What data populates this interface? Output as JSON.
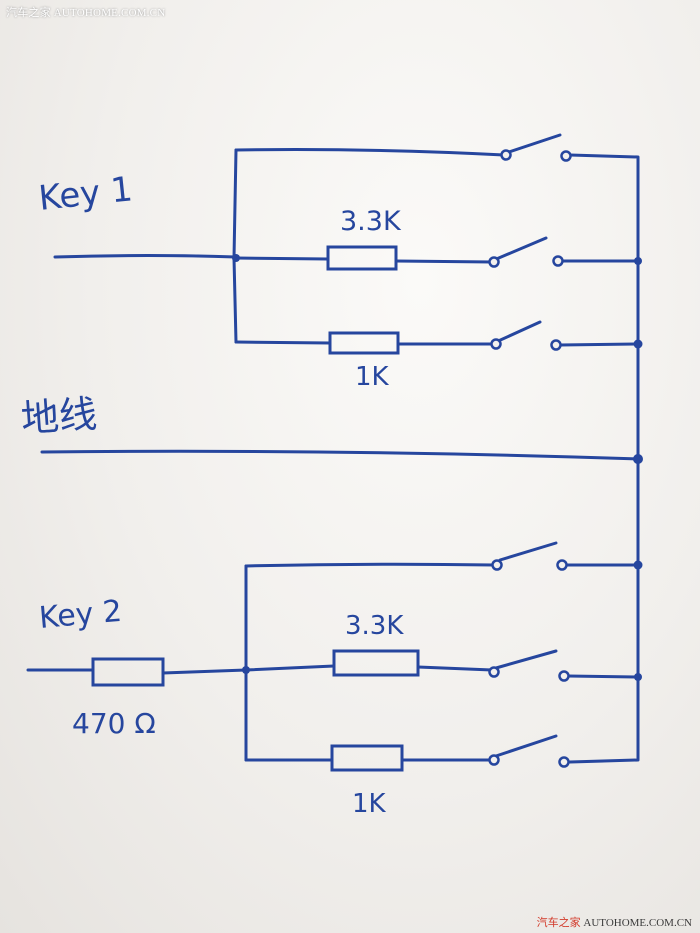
{
  "watermarks": {
    "top": "汽车之家 AUTOHOME.COM.CN",
    "bottom_brand": "汽车之家",
    "bottom_url": "AUTOHOME.COM.CN"
  },
  "labels": {
    "key1": "Key 1",
    "key2": "Key 2",
    "ground": "地线",
    "res_top_33k": "3.3K",
    "res_top_1k": "1K",
    "res_bot_33k": "3.3K",
    "res_bot_1k": "1K",
    "res_470": "470 Ω"
  },
  "colors": {
    "ink": "#26469e",
    "paper": "#f3f1ee"
  }
}
